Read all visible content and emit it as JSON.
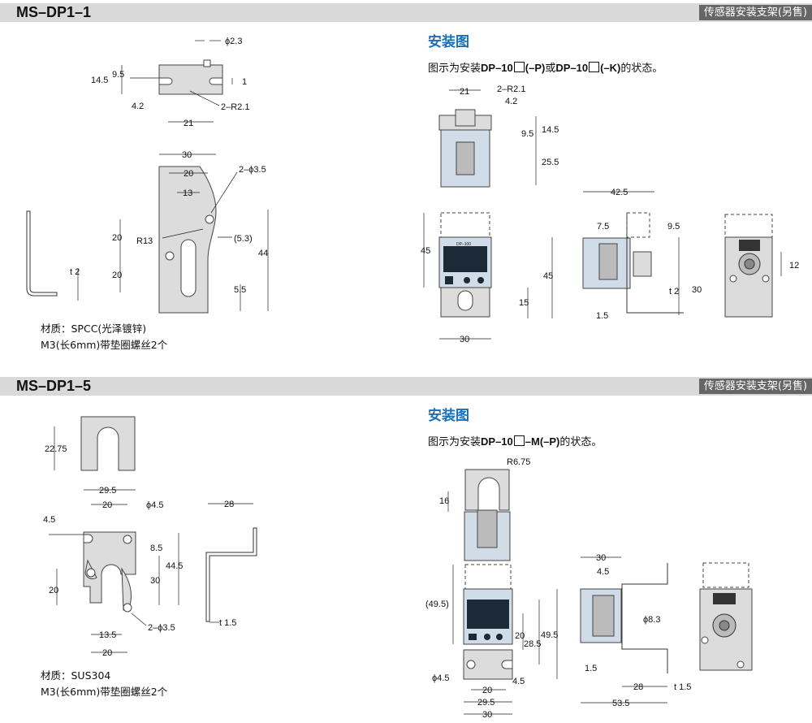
{
  "section1": {
    "model": "MS–DP1–1",
    "tag": "传感器安装支架(另售)",
    "heading": "安装图",
    "desc_prefix": "图示为安装",
    "desc_m1": "DP–10",
    "desc_s1": "(–P)",
    "desc_mid": "或",
    "desc_m2": "DP–10",
    "desc_s2": "(–K)",
    "desc_suffix": "的状态。",
    "material": "材质：SPCC(光泽镀锌)",
    "screws": "M3(长6mm)带垫圈螺丝2个",
    "dims": {
      "d1": "ϕ2.3",
      "d2": "14.5",
      "d3": "9.5",
      "d4": "1",
      "d5": "4.2",
      "d6": "2–R2.1",
      "d7": "21",
      "d8": "30",
      "d9": "20",
      "d10": "13",
      "d11": "2–ϕ3.5",
      "d12": "R13",
      "d13": "(5.3)",
      "d14": "20",
      "d15": "20",
      "d16": "44",
      "d17": "5.5",
      "d18": "t 2",
      "m1": "21",
      "m2": "2–R2.1",
      "m3": "4.2",
      "m4": "9.5",
      "m5": "14.5",
      "m6": "25.5",
      "m7": "45",
      "m8": "45",
      "m9": "15",
      "m10": "30",
      "m11": "42.5",
      "m12": "7.5",
      "m13": "9.5",
      "m14": "t 2",
      "m15": "30",
      "m16": "1.5",
      "m17": "12"
    }
  },
  "section2": {
    "model": "MS–DP1–5",
    "tag": "传感器安装支架(另售)",
    "heading": "安装图",
    "desc_prefix": "图示为安装",
    "desc_m1": "DP–10",
    "desc_s1": "–M(–P)",
    "desc_suffix": "的状态。",
    "material": "材质：SUS304",
    "screws": "M3(长6mm)带垫圈螺丝2个",
    "dims": {
      "d1": "22.75",
      "d2": "29.5",
      "d3": "20",
      "d4": "ϕ4.5",
      "d5": "4.5",
      "d6": "8.5",
      "d7": "44.5",
      "d8": "30",
      "d9": "20",
      "d10": "13.5",
      "d11": "2–ϕ3.5",
      "d12": "20",
      "d13": "28",
      "d14": "t 1.5",
      "m1": "R6.75",
      "m2": "16",
      "m3": "(49.5)",
      "m4": "20",
      "m5": "28.5",
      "m6": "49.5",
      "m7": "ϕ4.5",
      "m8": "4.5",
      "m9": "20",
      "m10": "29.5",
      "m11": "30",
      "m12": "30",
      "m13": "4.5",
      "m14": "ϕ8.3",
      "m15": "1.5",
      "m16": "28",
      "m17": "t 1.5",
      "m18": "53.5"
    }
  },
  "display_label": "DP–100"
}
